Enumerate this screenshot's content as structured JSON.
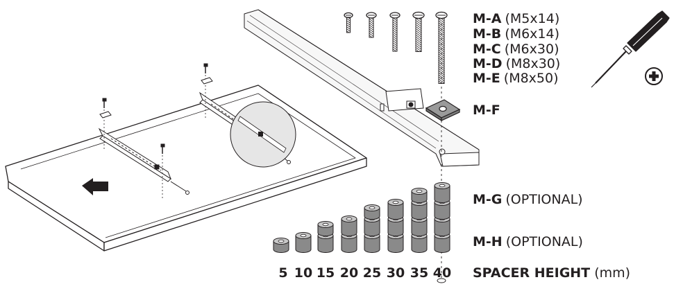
{
  "screws": [
    {
      "code": "M-A",
      "spec": "(M5x14)"
    },
    {
      "code": "M-B",
      "spec": "(M6x14)"
    },
    {
      "code": "M-C",
      "spec": "(M6x30)"
    },
    {
      "code": "M-D",
      "spec": "(M8x30)"
    },
    {
      "code": "M-E",
      "spec": "(M8x50)"
    }
  ],
  "washer": {
    "code": "M-F"
  },
  "spacers": [
    {
      "code": "M-G",
      "note": "(OPTIONAL)"
    },
    {
      "code": "M-H",
      "note": "(OPTIONAL)"
    }
  ],
  "spacer_heights": [
    "5",
    "10",
    "15",
    "20",
    "25",
    "30",
    "35",
    "40"
  ],
  "spacer_axis": {
    "label": "SPACER HEIGHT",
    "unit": "(mm)"
  },
  "colors": {
    "line": "#231f20",
    "fill": "#ffffff",
    "spacer_a": "#c8c8c8",
    "spacer_b": "#8a8a8a",
    "washer": "#9a9a9a"
  },
  "icons": [
    "screwdriver-icon",
    "phillips-head-icon",
    "arrow-icon"
  ]
}
